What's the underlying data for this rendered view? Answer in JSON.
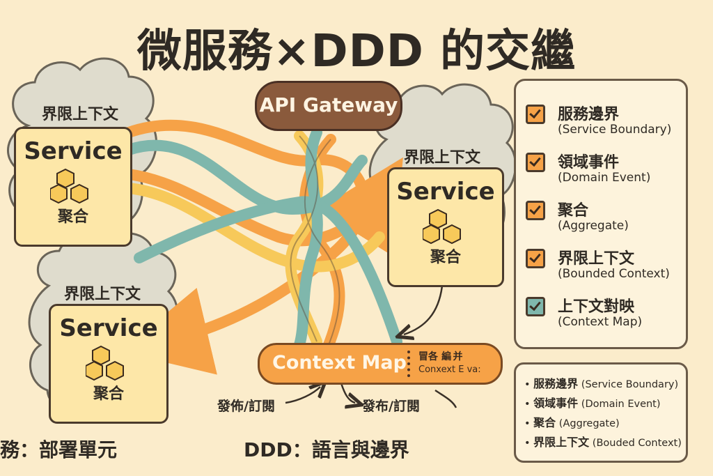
{
  "title": "微服務×DDD 的交繼",
  "gateway": "API Gateway",
  "contexts": [
    {
      "context_label": "界限上下文",
      "service": "Service",
      "aggregate": "聚合"
    },
    {
      "context_label": "界限上下文",
      "service": "Service",
      "aggregate": "聚合"
    },
    {
      "context_label": "界限上下文",
      "service": "Service",
      "aggregate": "聚合"
    }
  ],
  "context_map": {
    "label": "Context Map",
    "sub1": "冒各 ‏‪‬ 編 并",
    "sub2": "Conxext E va:"
  },
  "pubsub": [
    "發佈/訂閱",
    "發布/訂閱"
  ],
  "footer": {
    "left": "務：部署單元",
    "middle": "DDD：語言與邊界"
  },
  "legend": [
    {
      "zh": "服務邊界",
      "en": "(Service Boundary)",
      "color": "#f6a247"
    },
    {
      "zh": "領域事件",
      "en": "(Domain Event)",
      "color": "#f6a247"
    },
    {
      "zh": "聚合",
      "en": "(Aggregate)",
      "color": "#f6a247"
    },
    {
      "zh": "界限上下文",
      "en": "(Bounded Context)",
      "color": "#f6a247"
    },
    {
      "zh": "上下文對映",
      "en": "(Context Map)",
      "color": "#7fb7ac"
    }
  ],
  "legend2": [
    {
      "zh": "服務邊界",
      "en": "(Service Boundary)"
    },
    {
      "zh": "領域事件",
      "en": "(Domain Event)"
    },
    {
      "zh": "聚合",
      "en": "(Aggregate)"
    },
    {
      "zh": "界限上下文",
      "en": "(Bouded Context)"
    }
  ],
  "colors": {
    "background": "#fbeccb",
    "orange": "#f6a247",
    "yellow": "#f7c95a",
    "teal": "#7fb7ac",
    "cloud": "#dfdccd",
    "gateway": "#8a5a3c"
  }
}
